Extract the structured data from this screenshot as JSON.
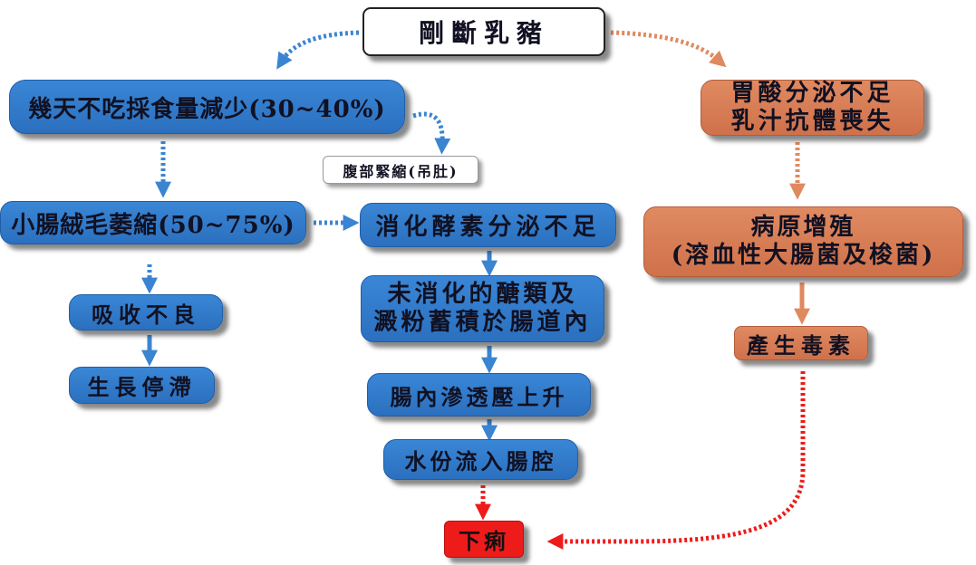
{
  "colors": {
    "blue": "#2e77c8",
    "orange": "#d97a52",
    "red": "#ee1b1b",
    "white": "#ffffff"
  },
  "nodes": {
    "weaned_piglet": "剛斷乳豬",
    "reduced_intake": "幾天不吃採食量減少(30~40%)",
    "abdomen_tight": "腹部緊縮(吊肚)",
    "gastric": [
      "胃酸分泌不足",
      "乳汁抗體喪失"
    ],
    "villi_atrophy": "小腸絨毛萎縮(50~75%)",
    "enzyme_deficit": "消化酵素分泌不足",
    "pathogen": [
      "病原增殖",
      "(溶血性大腸菌及梭菌)"
    ],
    "malabsorption": "吸收不良",
    "undigested": [
      "未消化的醣類及",
      "澱粉蓄積於腸道內"
    ],
    "toxin": "產生毒素",
    "growth_stop": "生長停滯",
    "osmotic": "腸內滲透壓上升",
    "water_influx": "水份流入腸腔",
    "diarrhea": "下痢"
  }
}
